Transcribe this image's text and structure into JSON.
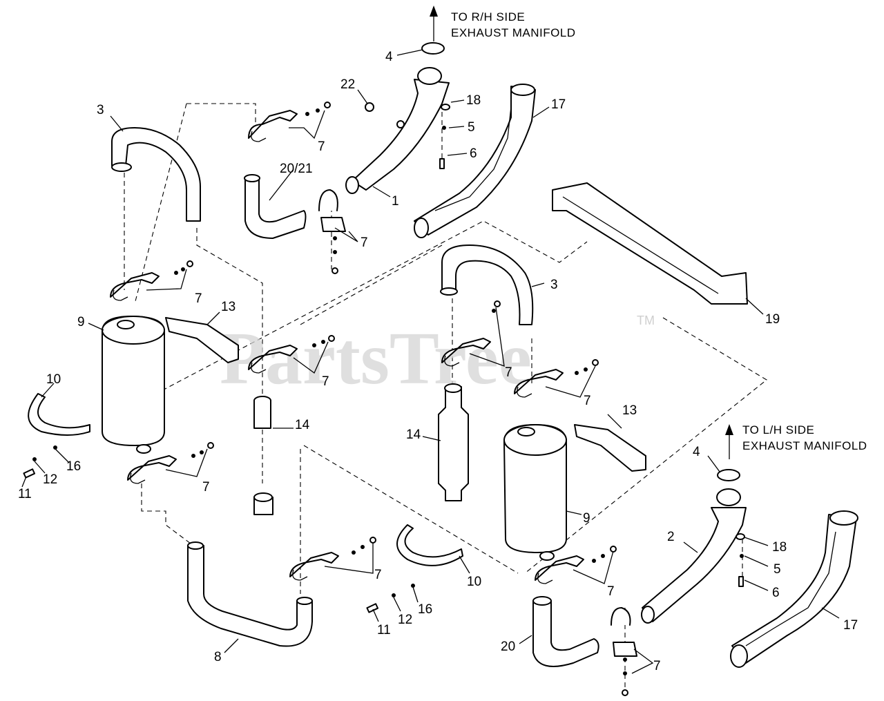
{
  "notes": {
    "rh_line1": "TO R/H SIDE",
    "rh_line2": "EXHAUST MANIFOLD",
    "lh_line1": "TO L/H SIDE",
    "lh_line2": "EXHAUST MANIFOLD"
  },
  "watermark": {
    "text": "PartsTree",
    "tm": "TM"
  },
  "callouts": {
    "c4a": "4",
    "c22": "22",
    "c18a": "18",
    "c5a": "5",
    "c6a": "6",
    "c17a": "17",
    "c3a": "3",
    "c7a": "7",
    "c2021": "20/21",
    "c1": "1",
    "c7b": "7",
    "c7c": "7",
    "c9a": "9",
    "c13a": "13",
    "c19": "19",
    "c3b": "3",
    "c7d": "7",
    "c7e": "7",
    "c7f": "7",
    "c10a": "10",
    "c14a": "14",
    "c16a": "16",
    "c12a": "12",
    "c11a": "11",
    "c7g": "7",
    "c14b": "14",
    "c13b": "13",
    "c4b": "4",
    "c9b": "9",
    "c2": "2",
    "c18b": "18",
    "c5b": "5",
    "c6b": "6",
    "c7h": "7",
    "c10b": "10",
    "c16b": "16",
    "c12b": "12",
    "c11b": "11",
    "c17b": "17",
    "c8": "8",
    "c20": "20",
    "c7i": "7",
    "c7j": "7"
  }
}
